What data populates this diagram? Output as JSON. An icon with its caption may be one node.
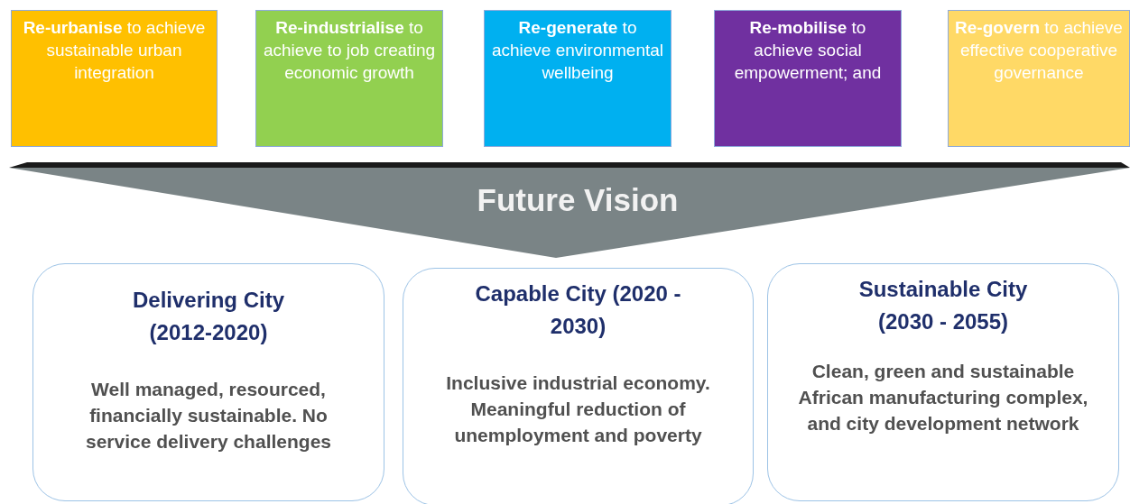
{
  "diagram": {
    "nodes": [
      {
        "text": [
          "**Re-urbanise** to achieve sustainable urban integration"
        ]
      },
      {
        "text": [
          "**Re-industrialise** to achieve to job creating economic growth"
        ]
      },
      {
        "text": [
          "**Re-generate** to achieve environmental wellbeing"
        ]
      },
      {
        "text": [
          "**Re-mobilise** to achieve social empowerment; and"
        ]
      },
      {
        "text": [
          "**Re-govern** to achieve effective cooperative governance"
        ]
      },
      {
        "text": [
          "Future Vision"
        ]
      },
      {
        "text": [
          "Delivering City (2012-2020)",
          "Well managed, resourced, financially  sustainable. No service delivery challenges"
        ]
      },
      {
        "text": [
          "Capable City (2020 - 2030)",
          "Inclusive industrial economy. Meaningful reduction of unemployment and poverty"
        ]
      },
      {
        "text": [
          "Sustainable City (2030 - 2055)",
          "Clean, green and sustainable African manufacturing complex, and city development network"
        ]
      }
    ]
  }
}
